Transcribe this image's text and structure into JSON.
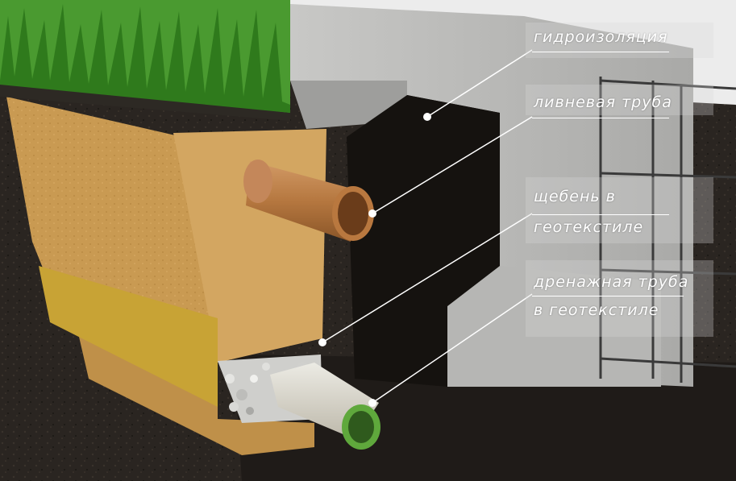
{
  "labels": {
    "waterproofing": "гидроизоляция",
    "storm_pipe": "ливневая труба",
    "gravel_line1": "щебень в",
    "gravel_line2": "геотекстиле",
    "drain_line1": "дренажная труба",
    "drain_line2": "в геотекстиле"
  },
  "colors": {
    "soil": "#231f1b",
    "sand": "#c99a52",
    "concrete": "#b9b9b7",
    "grass": "#3f8a2a",
    "storm_pipe": "#b97a48",
    "drain_pipe_ring": "#5fa83c",
    "geotextile": "#d8d4c8",
    "band": "#c8a335"
  }
}
